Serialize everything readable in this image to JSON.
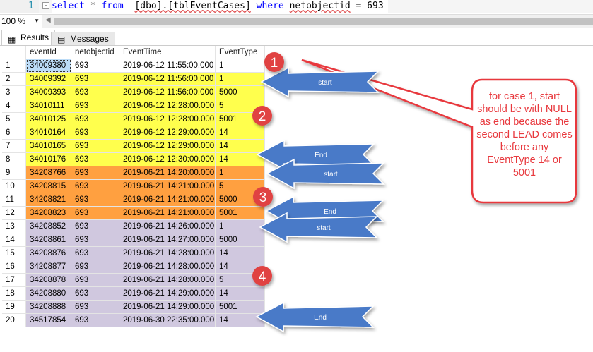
{
  "editor": {
    "line_number": "1",
    "query": {
      "kw1": "select",
      "star": "*",
      "kw2": "from",
      "table": "[dbo].[tblEventCases]",
      "kw3": "where",
      "col": "netobjectid",
      "eq": "=",
      "val": "693"
    }
  },
  "zoom": {
    "value": "100 %"
  },
  "tabs": [
    {
      "label": "Results",
      "icon": "grid-icon"
    },
    {
      "label": "Messages",
      "icon": "messages-icon"
    }
  ],
  "grid": {
    "columns": [
      "eventId",
      "netobjectid",
      "EventTime",
      "EventType"
    ],
    "rows": [
      {
        "n": "1",
        "eventId": "34009380",
        "netobjectid": "693",
        "EventTime": "2019-06-12 11:55:00.000",
        "EventType": "1",
        "group": "none"
      },
      {
        "n": "2",
        "eventId": "34009392",
        "netobjectid": "693",
        "EventTime": "2019-06-12 11:56:00.000",
        "EventType": "1",
        "group": "yellow"
      },
      {
        "n": "3",
        "eventId": "34009393",
        "netobjectid": "693",
        "EventTime": "2019-06-12 11:56:00.000",
        "EventType": "5000",
        "group": "yellow"
      },
      {
        "n": "4",
        "eventId": "34010111",
        "netobjectid": "693",
        "EventTime": "2019-06-12 12:28:00.000",
        "EventType": "5",
        "group": "yellow"
      },
      {
        "n": "5",
        "eventId": "34010125",
        "netobjectid": "693",
        "EventTime": "2019-06-12 12:28:00.000",
        "EventType": "5001",
        "group": "yellow"
      },
      {
        "n": "6",
        "eventId": "34010164",
        "netobjectid": "693",
        "EventTime": "2019-06-12 12:29:00.000",
        "EventType": "14",
        "group": "yellow"
      },
      {
        "n": "7",
        "eventId": "34010165",
        "netobjectid": "693",
        "EventTime": "2019-06-12 12:29:00.000",
        "EventType": "14",
        "group": "yellow"
      },
      {
        "n": "8",
        "eventId": "34010176",
        "netobjectid": "693",
        "EventTime": "2019-06-12 12:30:00.000",
        "EventType": "14",
        "group": "yellow"
      },
      {
        "n": "9",
        "eventId": "34208766",
        "netobjectid": "693",
        "EventTime": "2019-06-21 14:20:00.000",
        "EventType": "1",
        "group": "orange"
      },
      {
        "n": "10",
        "eventId": "34208815",
        "netobjectid": "693",
        "EventTime": "2019-06-21 14:21:00.000",
        "EventType": "5",
        "group": "orange"
      },
      {
        "n": "11",
        "eventId": "34208821",
        "netobjectid": "693",
        "EventTime": "2019-06-21 14:21:00.000",
        "EventType": "5000",
        "group": "orange"
      },
      {
        "n": "12",
        "eventId": "34208823",
        "netobjectid": "693",
        "EventTime": "2019-06-21 14:21:00.000",
        "EventType": "5001",
        "group": "orange"
      },
      {
        "n": "13",
        "eventId": "34208852",
        "netobjectid": "693",
        "EventTime": "2019-06-21 14:26:00.000",
        "EventType": "1",
        "group": "purple"
      },
      {
        "n": "14",
        "eventId": "34208861",
        "netobjectid": "693",
        "EventTime": "2019-06-21 14:27:00.000",
        "EventType": "5000",
        "group": "purple"
      },
      {
        "n": "15",
        "eventId": "34208876",
        "netobjectid": "693",
        "EventTime": "2019-06-21 14:28:00.000",
        "EventType": "14",
        "group": "purple"
      },
      {
        "n": "16",
        "eventId": "34208877",
        "netobjectid": "693",
        "EventTime": "2019-06-21 14:28:00.000",
        "EventType": "14",
        "group": "purple"
      },
      {
        "n": "17",
        "eventId": "34208878",
        "netobjectid": "693",
        "EventTime": "2019-06-21 14:28:00.000",
        "EventType": "5",
        "group": "purple"
      },
      {
        "n": "18",
        "eventId": "34208880",
        "netobjectid": "693",
        "EventTime": "2019-06-21 14:29:00.000",
        "EventType": "14",
        "group": "purple"
      },
      {
        "n": "19",
        "eventId": "34208888",
        "netobjectid": "693",
        "EventTime": "2019-06-21 14:29:00.000",
        "EventType": "5001",
        "group": "purple"
      },
      {
        "n": "20",
        "eventId": "34517854",
        "netobjectid": "693",
        "EventTime": "2019-06-30 22:35:00.000",
        "EventType": "14",
        "group": "purple"
      }
    ]
  },
  "colors": {
    "yellow": "#ffff4d",
    "orange": "#ffa040",
    "purple": "#d0c8df",
    "arrow": "#4a7ac8",
    "badge": "#e04343",
    "callout": "#e8393e"
  },
  "annotations": {
    "badges": [
      "1",
      "2",
      "3",
      "4"
    ],
    "arrows": [
      "start",
      "End",
      "start",
      "End",
      "start",
      "End"
    ],
    "callout": "for case 1, start should be with NULL as end because the second LEAD comes before any EventType 14 or 5001"
  }
}
